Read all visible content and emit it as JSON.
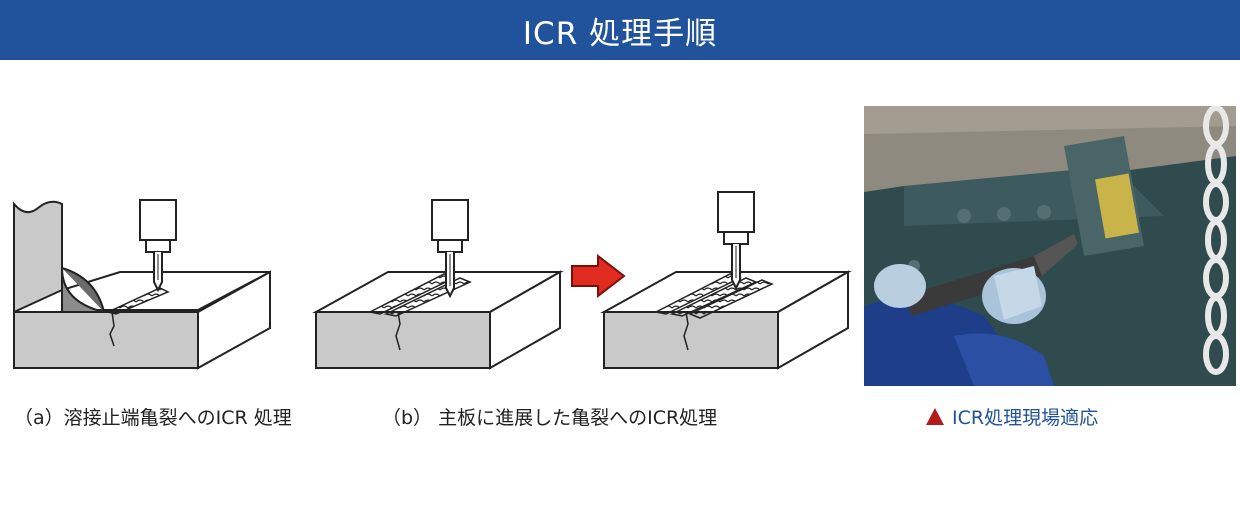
{
  "header": {
    "title": "ICR 処理手順"
  },
  "captions": {
    "a": "（a）溶接止端亀裂へのICR 処理",
    "b": "（b）  主板に進展した亀裂へのICR処理"
  },
  "photo": {
    "caption": "ICR処理現場適応",
    "photo_label": ""
  },
  "colors": {
    "header_bg": "#20539b",
    "caption_accent": "#20539b",
    "marker": "#b31b1b",
    "arrow": "#e02b20"
  }
}
